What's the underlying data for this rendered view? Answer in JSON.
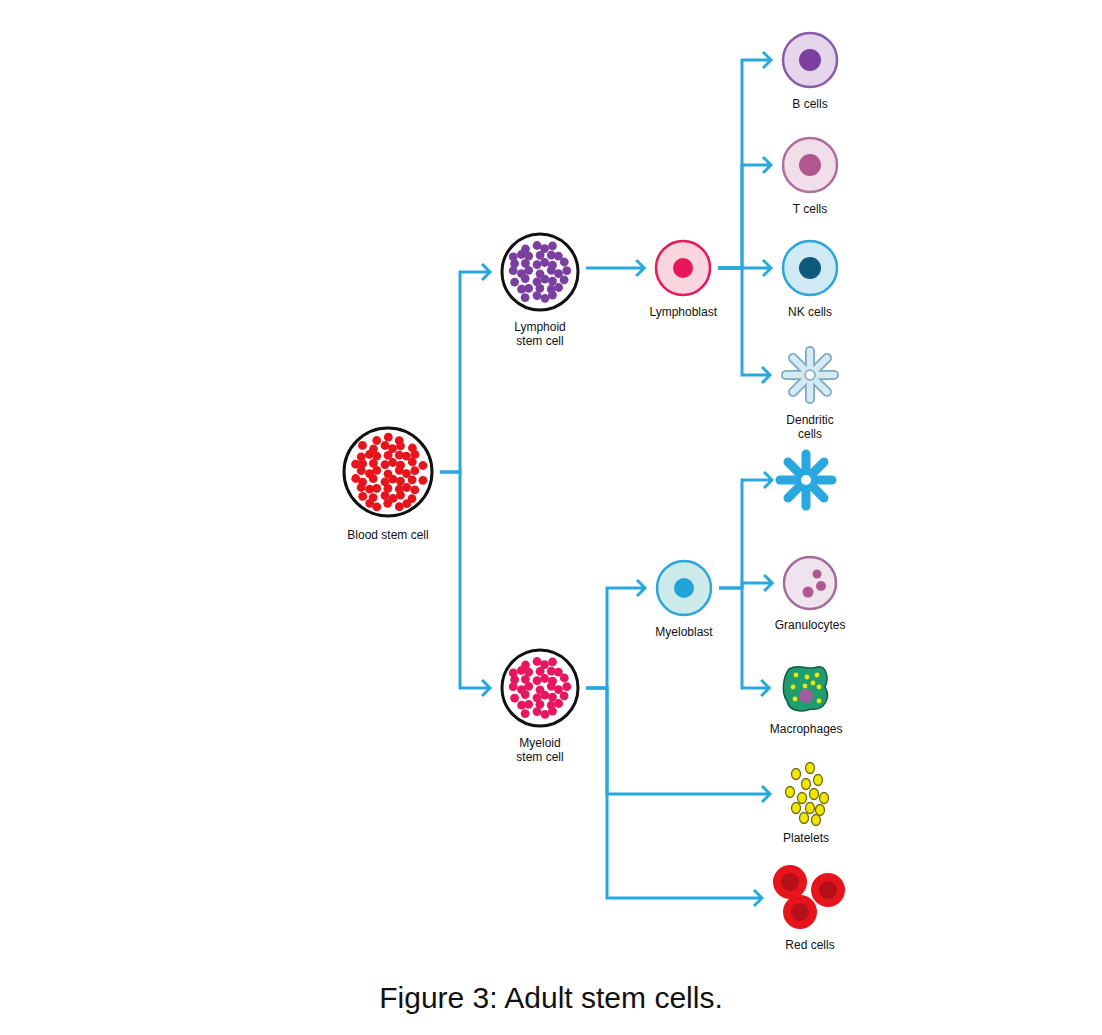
{
  "diagram": {
    "caption": "Figure 3: Adult stem cells.",
    "nodes": [
      {
        "text": [
          "Blood stem cell"
        ]
      },
      {
        "text": [
          "Lymphoid stem cell"
        ]
      },
      {
        "text": [
          "Lymphoblast"
        ]
      },
      {
        "text": [
          "B cells"
        ]
      },
      {
        "text": [
          "T cells"
        ]
      },
      {
        "text": [
          "NK cells"
        ]
      },
      {
        "text": [
          "Dendritic cells"
        ]
      },
      {
        "text": [
          "Myeloid stem cell"
        ]
      },
      {
        "text": [
          "Myeloblast"
        ]
      },
      {
        "text": [
          "Granulocytes"
        ]
      },
      {
        "text": [
          "Macrophages"
        ]
      },
      {
        "text": [
          "Platelets"
        ]
      },
      {
        "text": [
          "Red cells"
        ]
      }
    ],
    "edges": [
      {
        "from": 0,
        "to": 1,
        "arrow": "to"
      },
      {
        "from": 0,
        "to": 7,
        "arrow": "to"
      },
      {
        "from": 1,
        "to": 2,
        "arrow": "to"
      },
      {
        "from": 2,
        "to": 3,
        "arrow": "to"
      },
      {
        "from": 2,
        "to": 4,
        "arrow": "to"
      },
      {
        "from": 2,
        "to": 5,
        "arrow": "to"
      },
      {
        "from": 2,
        "to": 6,
        "arrow": "to"
      },
      {
        "from": 7,
        "to": 8,
        "arrow": "to"
      },
      {
        "from": 7,
        "to": 11,
        "arrow": "to"
      },
      {
        "from": 7,
        "to": 12,
        "arrow": "to"
      },
      {
        "from": 8,
        "to": 9,
        "arrow": "to"
      },
      {
        "from": 8,
        "to": 10,
        "arrow": "to"
      }
    ]
  }
}
